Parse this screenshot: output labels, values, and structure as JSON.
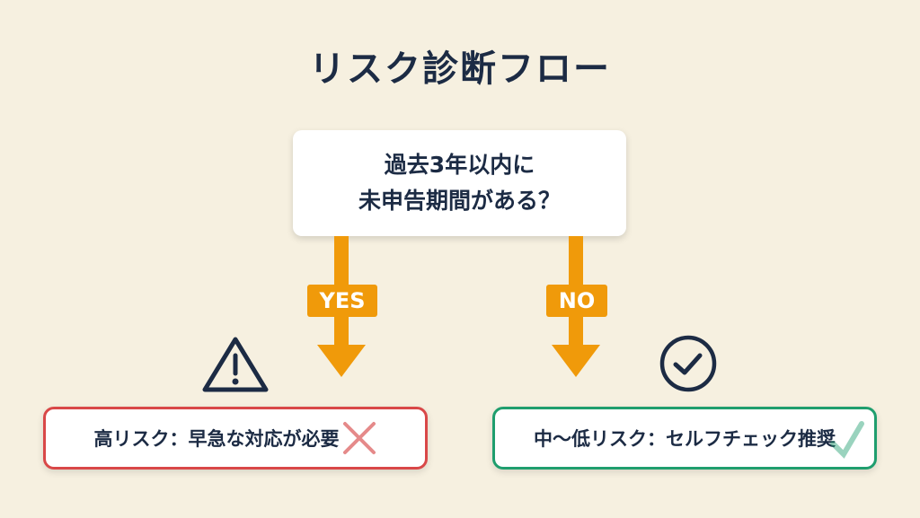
{
  "title": "リスク診断フロー",
  "question": {
    "line1": "過去3年以内に",
    "line2": "未申告期間がある？"
  },
  "branches": {
    "yes": "YES",
    "no": "NO"
  },
  "results": {
    "high": {
      "text": "高リスク：早急な対応が必要",
      "icon": "cross-icon",
      "color": "#d94848"
    },
    "low": {
      "text": "中〜低リスク：セルフチェック推奨",
      "icon": "check-icon",
      "color": "#1f9e6e"
    }
  },
  "colors": {
    "arrow": "#f09a0a",
    "text": "#1c2b44",
    "background": "#f6f0e0"
  }
}
